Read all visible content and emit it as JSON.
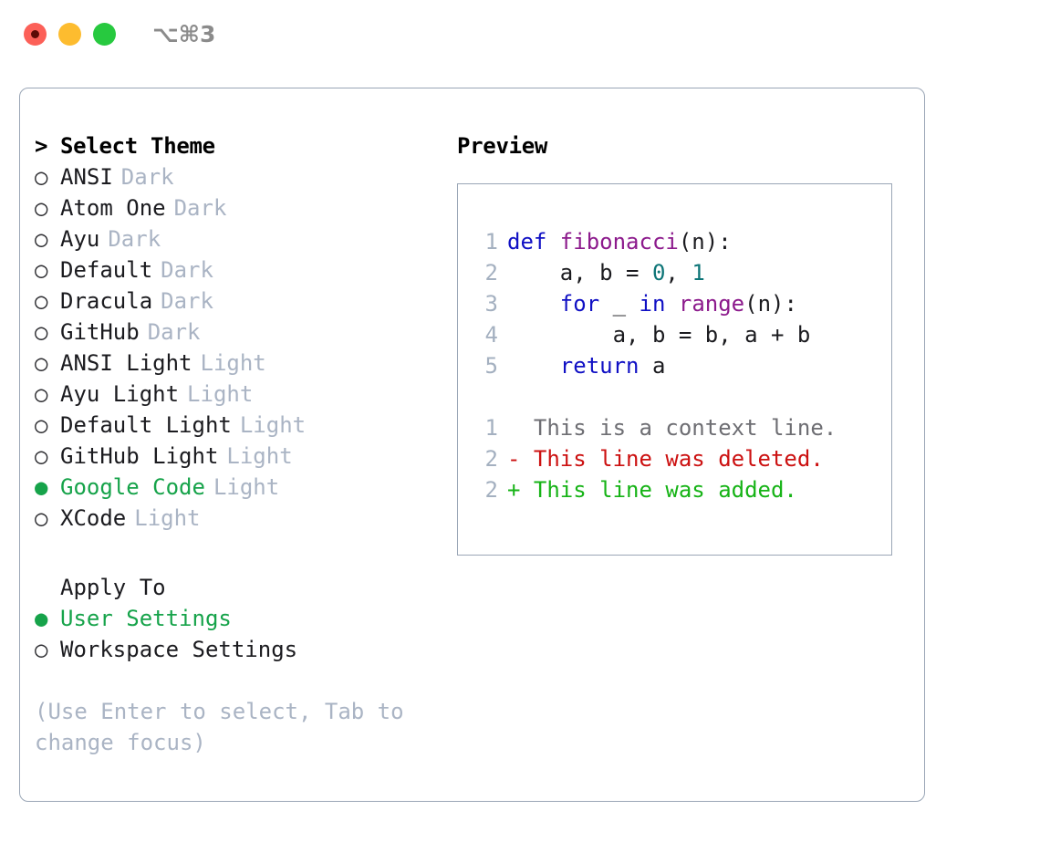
{
  "window": {
    "traffic_lights": [
      "close-red",
      "minimize-yellow",
      "maximize-green"
    ],
    "shortcut": "⌥⌘3"
  },
  "colors": {
    "accent_green": "#16a34a",
    "badge_gray": "#aab4c4",
    "border": "#9aa6b6",
    "keyword_blue": "#1010c4",
    "function_purple": "#8c1a8c",
    "number_teal": "#0d7577",
    "diff_deleted_red": "#cc1111",
    "diff_added_green": "#16b316"
  },
  "theme_picker": {
    "caret": ">",
    "title": "Select Theme",
    "marker_selected": "●",
    "marker_unselected": "○",
    "items": [
      {
        "name": "ANSI",
        "badge": "Dark",
        "selected": false
      },
      {
        "name": "Atom One",
        "badge": "Dark",
        "selected": false
      },
      {
        "name": "Ayu",
        "badge": "Dark",
        "selected": false
      },
      {
        "name": "Default",
        "badge": "Dark",
        "selected": false
      },
      {
        "name": "Dracula",
        "badge": "Dark",
        "selected": false
      },
      {
        "name": "GitHub",
        "badge": "Dark",
        "selected": false
      },
      {
        "name": "ANSI Light",
        "badge": "Light",
        "selected": false
      },
      {
        "name": "Ayu Light",
        "badge": "Light",
        "selected": false
      },
      {
        "name": "Default Light",
        "badge": "Light",
        "selected": false
      },
      {
        "name": "GitHub Light",
        "badge": "Light",
        "selected": false
      },
      {
        "name": "Google Code",
        "badge": "Light",
        "selected": true
      },
      {
        "name": "XCode",
        "badge": "Light",
        "selected": false
      }
    ]
  },
  "apply_to": {
    "title": "Apply To",
    "items": [
      {
        "name": "User Settings",
        "selected": true
      },
      {
        "name": "Workspace Settings",
        "selected": false
      }
    ]
  },
  "hint": "(Use Enter to select, Tab to change focus)",
  "preview": {
    "title": "Preview",
    "code_lines": [
      {
        "n": "1",
        "tokens": [
          {
            "t": "def ",
            "c": "kw"
          },
          {
            "t": "fibonacci",
            "c": "fn"
          },
          {
            "t": "(n):",
            "c": "pl"
          }
        ]
      },
      {
        "n": "2",
        "tokens": [
          {
            "t": "    a, b = ",
            "c": "pl"
          },
          {
            "t": "0",
            "c": "num"
          },
          {
            "t": ", ",
            "c": "pl"
          },
          {
            "t": "1",
            "c": "num"
          }
        ]
      },
      {
        "n": "3",
        "tokens": [
          {
            "t": "    ",
            "c": "pl"
          },
          {
            "t": "for",
            "c": "kw"
          },
          {
            "t": " _ ",
            "c": "pl"
          },
          {
            "t": "in",
            "c": "kw"
          },
          {
            "t": " ",
            "c": "pl"
          },
          {
            "t": "range",
            "c": "fn"
          },
          {
            "t": "(n):",
            "c": "pl"
          }
        ]
      },
      {
        "n": "4",
        "tokens": [
          {
            "t": "        a, b = b, a + b",
            "c": "pl"
          }
        ]
      },
      {
        "n": "5",
        "tokens": [
          {
            "t": "    ",
            "c": "pl"
          },
          {
            "t": "return",
            "c": "kw"
          },
          {
            "t": " a",
            "c": "pl"
          }
        ]
      }
    ],
    "diff_lines": [
      {
        "n": "1",
        "text": "  This is a context line.",
        "kind": "ctx"
      },
      {
        "n": "2",
        "text": "- This line was deleted.",
        "kind": "del"
      },
      {
        "n": "2",
        "text": "+ This line was added.",
        "kind": "add"
      }
    ]
  }
}
